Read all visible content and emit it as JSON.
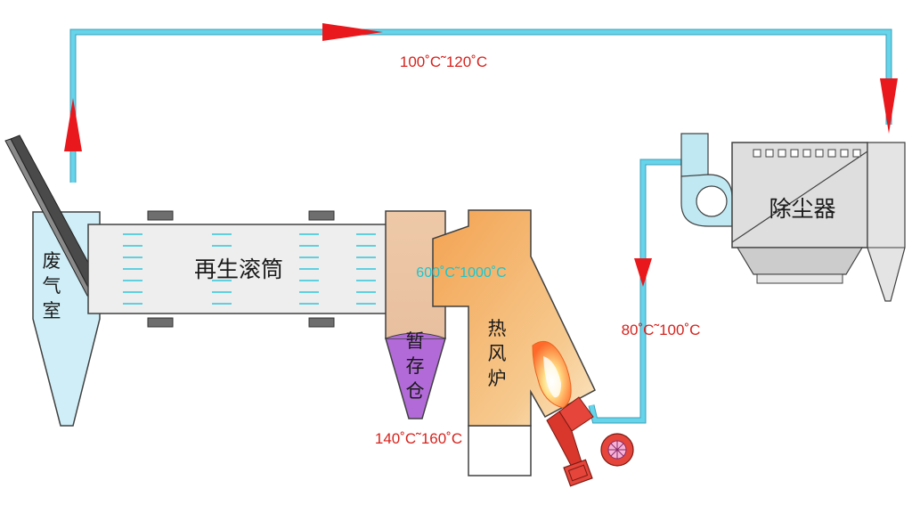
{
  "labels": {
    "waste_gas_chamber": [
      "废",
      "气",
      "室"
    ],
    "regeneration_drum": "再生滚筒",
    "temp_storage": [
      "暂",
      "存",
      "仓"
    ],
    "hot_air_furnace": [
      "热",
      "风",
      "炉"
    ],
    "dust_collector": "除尘器"
  },
  "temperatures": {
    "top_duct": "100˚C˜120˚C",
    "furnace_zone": "600˚C˜1000˚C",
    "storage_outlet": "140˚C˜160˚C",
    "collector_inlet": "80˚C˜100˚C"
  },
  "colors": {
    "duct": "#66d4ea",
    "arrow": "#e8181c",
    "temp_text": "#d6221c",
    "furnace_temp_text": "#19c6d0",
    "chamber_fill": "#cfeef7",
    "drum_fill": "#eeeeee",
    "storage_bin": "#b36ad9",
    "furnace_fill": "#f4b466",
    "burner_red": "#e5453a"
  },
  "icons": {
    "flow_arrow": "triangle-arrow-icon",
    "flame": "flame-icon",
    "fan": "fan-icon"
  }
}
